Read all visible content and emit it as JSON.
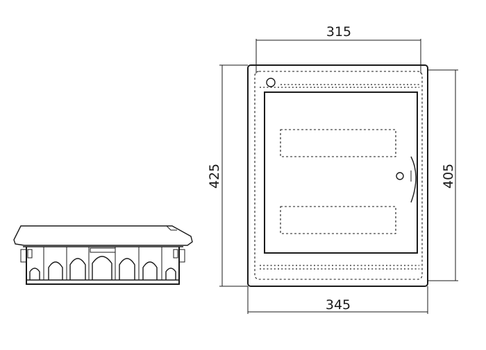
{
  "dimensions": {
    "top_width": "315",
    "bottom_width": "345",
    "left_height": "425",
    "right_height": "405"
  },
  "colors": {
    "line": "#1a1a1a",
    "background": "#ffffff"
  },
  "views": {
    "side_view_icon": "enclosure-side-profile",
    "front_view_icon": "enclosure-front-with-door"
  }
}
